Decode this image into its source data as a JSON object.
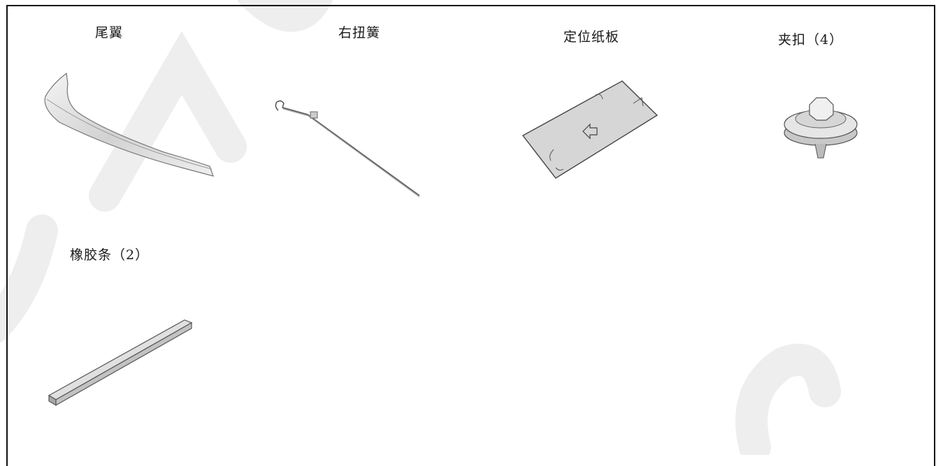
{
  "watermark": {
    "text_left": "Acce",
    "text_right": "ss",
    "color": "#e8e8e8"
  },
  "parts": [
    {
      "label": "尾翼",
      "icon": "spoiler-icon"
    },
    {
      "label": "右扭簧",
      "icon": "torsion-spring-icon"
    },
    {
      "label": "定位纸板",
      "icon": "positioning-cardboard-icon"
    },
    {
      "label": "夹扣（4）",
      "icon": "clip-icon"
    },
    {
      "label": "橡胶条（2）",
      "icon": "rubber-strip-icon"
    }
  ]
}
